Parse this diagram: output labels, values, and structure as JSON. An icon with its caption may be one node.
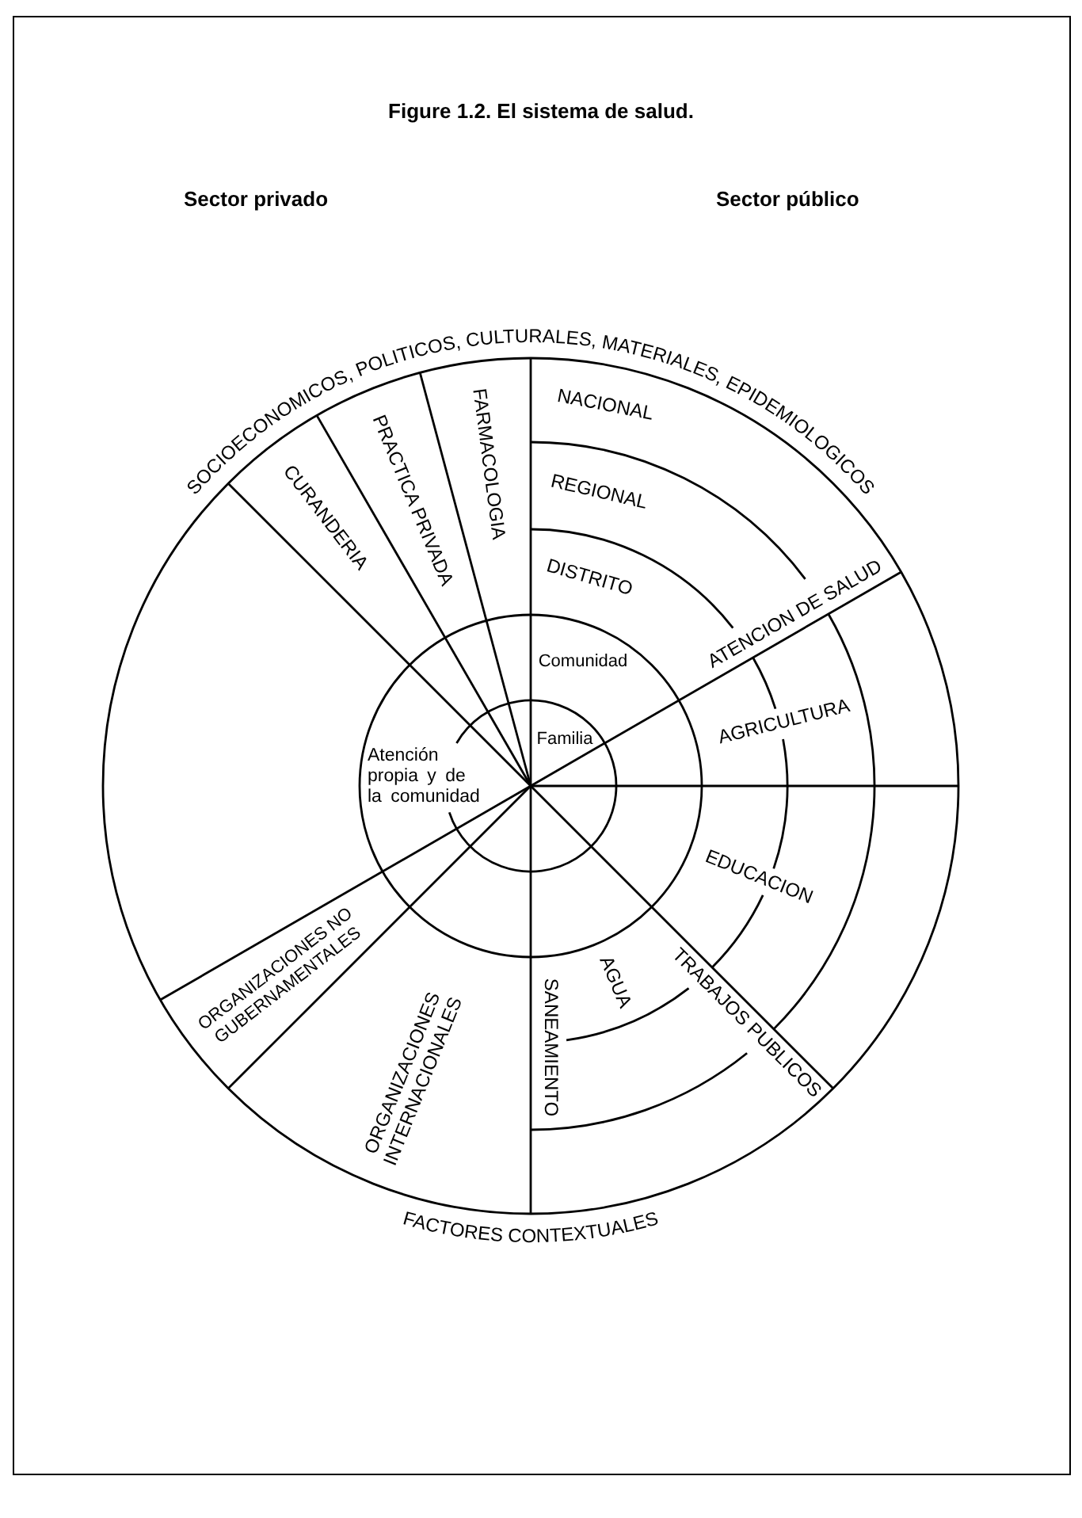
{
  "diagram": {
    "title": "Figure 1.2. El sistema de salud.",
    "nodes": [
      {
        "text": [
          "SOCIOECONOMICOS, POLITICOS, CULTURALES, MATERIALES, EPIDEMIOLOGICOS",
          "FACTORES CONTEXTUALES"
        ]
      },
      {
        "text": [
          "Comunidad",
          "Atención propia y de la comunidad"
        ],
        "in": 0
      },
      {
        "text": [
          "Familia"
        ],
        "in": 1
      }
    ],
    "labels": [
      "Sector privado",
      "Sector público",
      "CURANDERIA",
      "PRACTICA PRIVADA",
      "FARMACOLOGIA",
      "NACIONAL",
      "REGIONAL",
      "DISTRITO",
      "ATENCION DE SALUD",
      "AGRICULTURA",
      "EDUCACION",
      "ORGANIZACIONES NO GUBERNAMENTALES",
      "ORGANIZACIONES INTERNACIONALES",
      "SANEAMIENTO",
      "AGUA",
      "TRABAJOS PUBLICOS"
    ]
  }
}
